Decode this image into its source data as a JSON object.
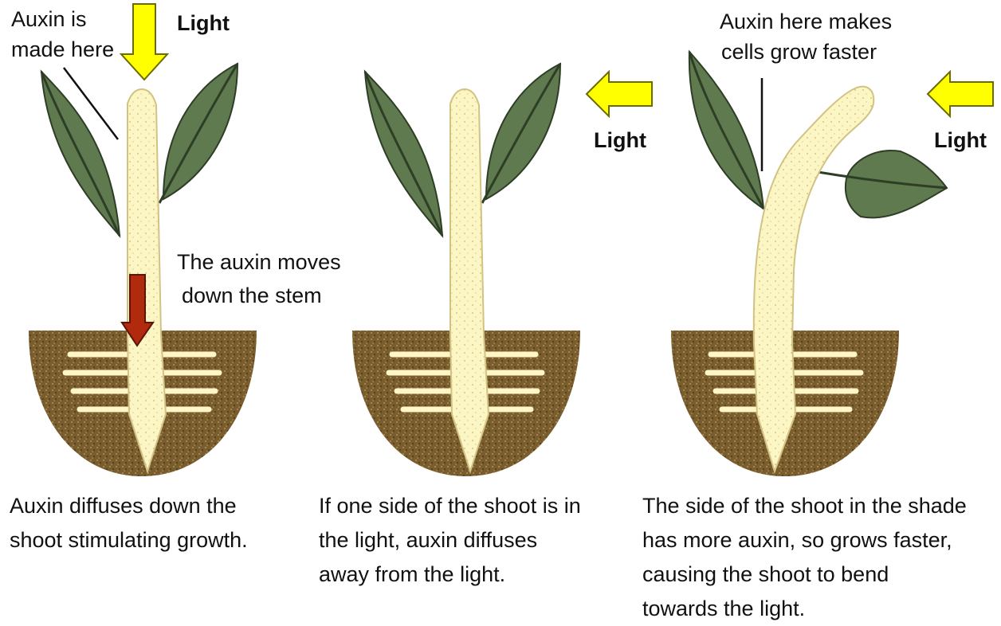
{
  "labels": {
    "auxin_made_here": [
      "Auxin is",
      "made here"
    ],
    "light_1": "Light",
    "light_2": "Light",
    "light_3": "Light",
    "auxin_moves": [
      "The auxin moves",
      "down the stem"
    ],
    "auxin_here_makes": [
      "Auxin here makes",
      "cells grow faster"
    ]
  },
  "captions": {
    "panel_1": [
      "Auxin diffuses down the",
      "shoot stimulating growth."
    ],
    "panel_2": [
      "If one side of the shoot is in",
      "the light, auxin diffuses",
      "away from the light."
    ],
    "panel_3": [
      "The side of the shoot in the shade",
      "has more auxin, so grows faster,",
      "causing the shoot to bend",
      "towards the light."
    ]
  },
  "colors": {
    "light_arrow": "#ffff00",
    "auxin_arrow": "#b22a0e",
    "leaf": "#5f7a4e",
    "leaf_vein": "#2e3e26",
    "stem": "#fbf6c4",
    "soil": "#7a5d2e"
  }
}
